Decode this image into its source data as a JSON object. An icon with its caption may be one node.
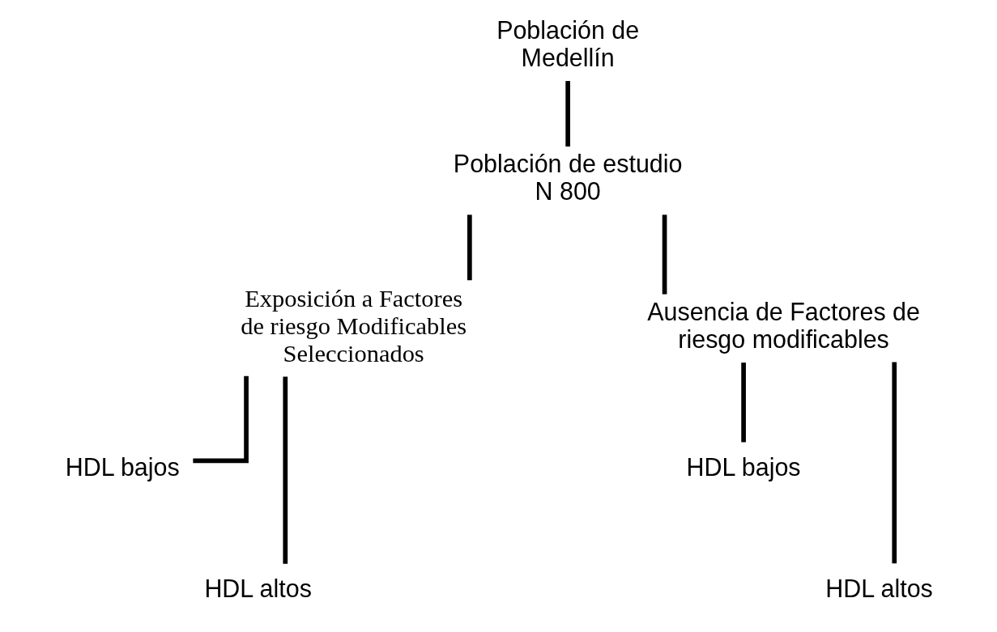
{
  "diagram": {
    "nodes": [
      {
        "text": [
          "Población de Medellín"
        ]
      },
      {
        "text": [
          "Población de estudio",
          "N 800"
        ]
      },
      {
        "text": [
          "Exposición a Factores de riesgo Modificables Seleccionados"
        ]
      },
      {
        "text": [
          "Ausencia de Factores de riesgo modificables"
        ]
      },
      {
        "text": [
          "HDL bajos"
        ]
      },
      {
        "text": [
          "HDL altos"
        ]
      },
      {
        "text": [
          "HDL bajos"
        ]
      },
      {
        "text": [
          "HDL altos"
        ]
      }
    ],
    "edges": [
      {
        "from": 0,
        "to": 1,
        "arrow": "none"
      },
      {
        "from": 1,
        "to": 2,
        "arrow": "none"
      },
      {
        "from": 1,
        "to": 3,
        "arrow": "none"
      },
      {
        "from": 2,
        "to": 4,
        "arrow": "none"
      },
      {
        "from": 2,
        "to": 5,
        "arrow": "none"
      },
      {
        "from": 3,
        "to": 6,
        "arrow": "none"
      },
      {
        "from": 3,
        "to": 7,
        "arrow": "none"
      }
    ]
  }
}
